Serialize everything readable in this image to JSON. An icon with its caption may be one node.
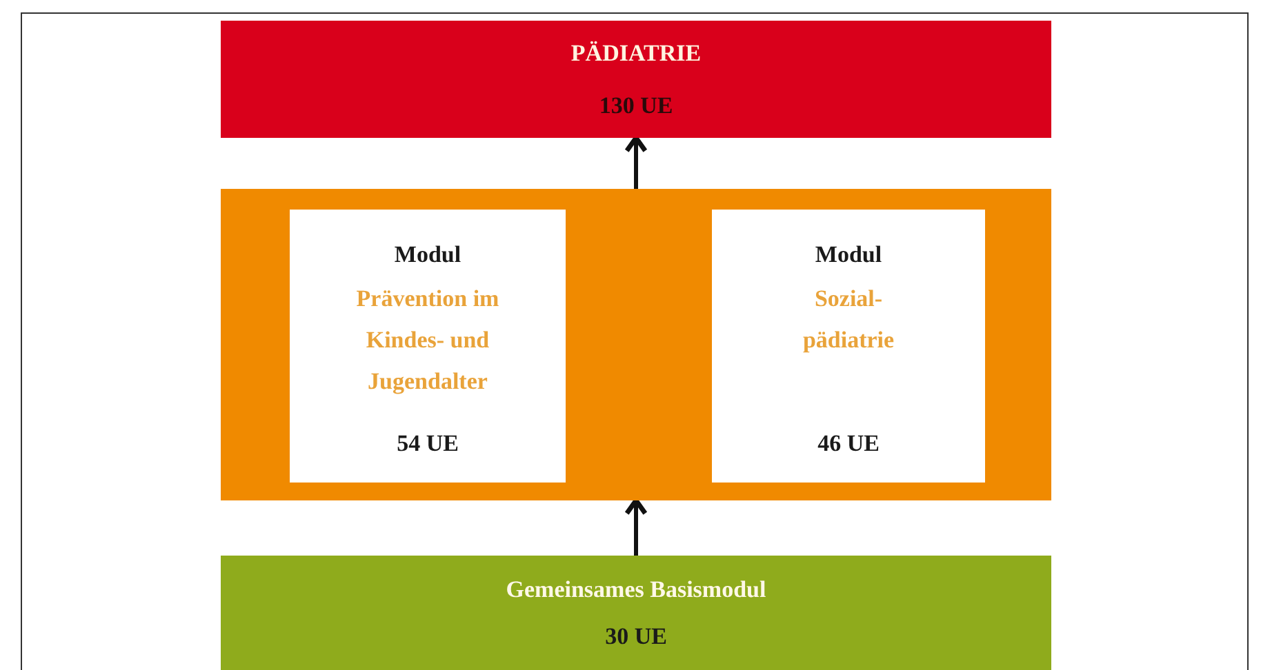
{
  "diagram": {
    "nodes": [
      {
        "text": [
          "PÄDIATRIE",
          "130 UE"
        ]
      },
      {
        "text": [],
        "shape": "box"
      },
      {
        "text": [
          "Modul",
          "Prävention im Kindes- und Jugendalter",
          "54 UE"
        ],
        "in": 1
      },
      {
        "text": [
          "Modul",
          "Sozial-pädiatrie",
          "46 UE"
        ],
        "in": 1
      },
      {
        "text": [
          "Gemeinsames Basismodul",
          "30 UE"
        ]
      }
    ],
    "edges": [
      {
        "from": 4,
        "to": 1,
        "arrow": "to"
      },
      {
        "from": 1,
        "to": 0,
        "arrow": "to"
      }
    ]
  }
}
